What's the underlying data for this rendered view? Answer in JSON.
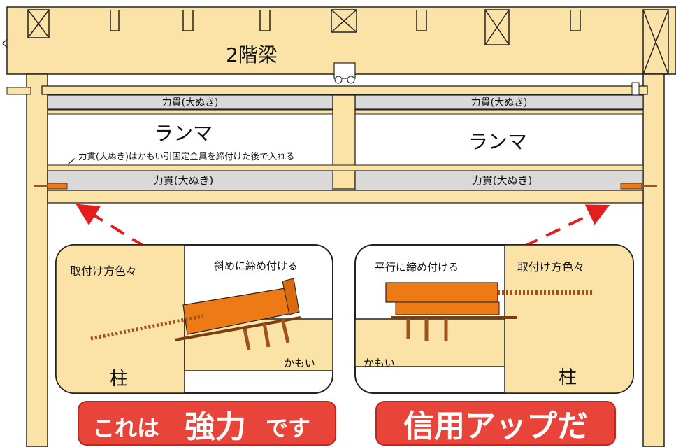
{
  "beam_label": "2階梁",
  "nuki_label": "力貫(大ぬき)",
  "ranma_label": "ランマ",
  "instruction": "力貫(大ぬき)はかもい引固定金具を締付けた後で入れる",
  "left_detail": {
    "method_label": "取付け方色々",
    "action_label": "斜めに締め付ける",
    "post_label": "柱",
    "kamoi_label": "かもい"
  },
  "right_detail": {
    "method_label": "取付け方色々",
    "action_label": "平行に締め付ける",
    "post_label": "柱",
    "kamoi_label": "かもい"
  },
  "banner_left": {
    "pre": "これは",
    "strong": "強力",
    "post": "です"
  },
  "banner_right": {
    "text": "信用アップだ"
  },
  "colors": {
    "wood": "#fbe2a6",
    "nuki": "#d9d9d9",
    "orange": "#ee7a16",
    "banner": "#e8443a",
    "arrow": "#e41e1e"
  }
}
